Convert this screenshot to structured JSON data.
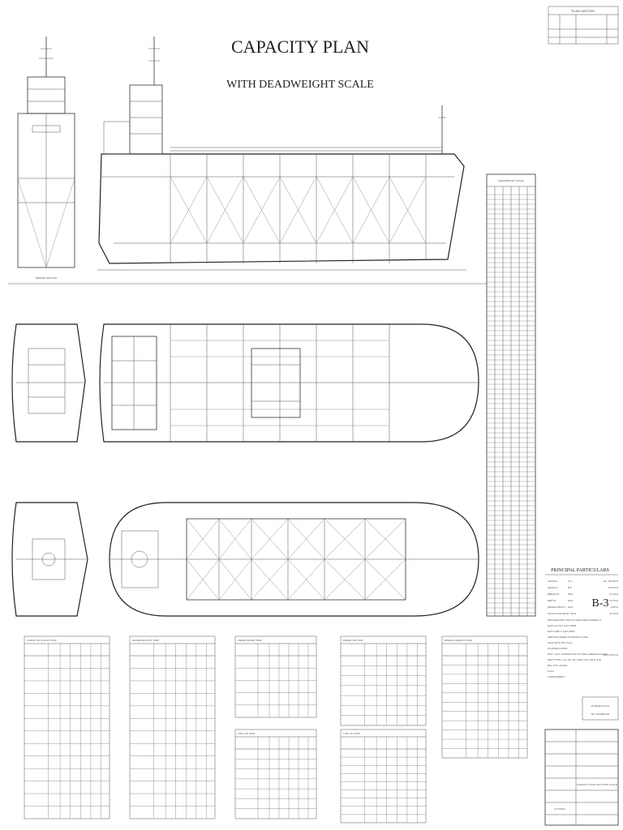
{
  "title": "CAPACITY PLAN",
  "subtitle": "WITH DEADWEIGHT SCALE",
  "plan_history_label": "PLAN HISTORY",
  "midship_section_label": "MIDSHIP SECTION",
  "deadweight_scale_label": "DEADWEIGHT SCALE",
  "principal_particulars": {
    "heading": "PRINCIPAL PARTICULARS",
    "rows": [
      {
        "label": "LENGTH",
        "sub": "O.A.",
        "value": "abt. 182.55 M"
      },
      {
        "label": "LENGTH",
        "sub": "B.P.",
        "value": "175.00 M"
      },
      {
        "label": "BREADTH",
        "sub": "MLD.",
        "value": "27.34 M"
      },
      {
        "label": "DEPTH",
        "sub": "MLD.",
        "value": "16.70 M"
      },
      {
        "label": "DESIGN DRAFT",
        "sub": "MLD.",
        "value": "9.85 M"
      },
      {
        "label": "SCANTLING DRAFT MLD.",
        "sub": "",
        "value": "11.20 M"
      }
    ],
    "main_engine": "MAIN ENGINE  TYPE  HYUNDAI-B&W 6S50MC-C",
    "mcr": "MCR  11,070 X 127.0 RPM",
    "ncr": "NCR  9,960 X 120.0 RPM",
    "service_speed": "SERVICE SPEED AT DESIGN LOAD",
    "service_speed_note": "(NCR WITH 15% S.M.)",
    "service_speed_value": "14.50 KNOTS",
    "classification": "CLASSIFICATION",
    "class_line1": "DNV: +1A1, TANKER FOR OIL AND CHEMICALS ESP,",
    "class_line2": "SHIP TYPE 2, AC, BC, EO, ESP, ICS, NAUT, ICE",
    "class_line3": "BIS, VCS, CLEAN",
    "flag": "FLAG",
    "complement": "COMPLEMENT"
  },
  "hull_number": "B-3",
  "stamp": {
    "line1": "FINISHED PLAN",
    "line2": "M/T SEAMBLER"
  },
  "title_block": {
    "drawing_title": "CAPACITY PLAN WITH DWT SCALE",
    "builder": "HYUNDAI"
  },
  "tables": [
    {
      "name": "CARGO OIL & SLOP TANK",
      "rows": 12
    },
    {
      "name": "WATER BALLAST TANK",
      "rows": 12
    },
    {
      "name": "FRESH WATER TANK",
      "rows": 4
    },
    {
      "name": "FUEL OIL TANK",
      "rows": 6
    },
    {
      "name": "DIESEL OIL TANK",
      "rows": 6
    },
    {
      "name": "LUB. OIL TANK",
      "rows": 8
    },
    {
      "name": "MISCELLANEOUS TANK",
      "rows": 10
    }
  ]
}
